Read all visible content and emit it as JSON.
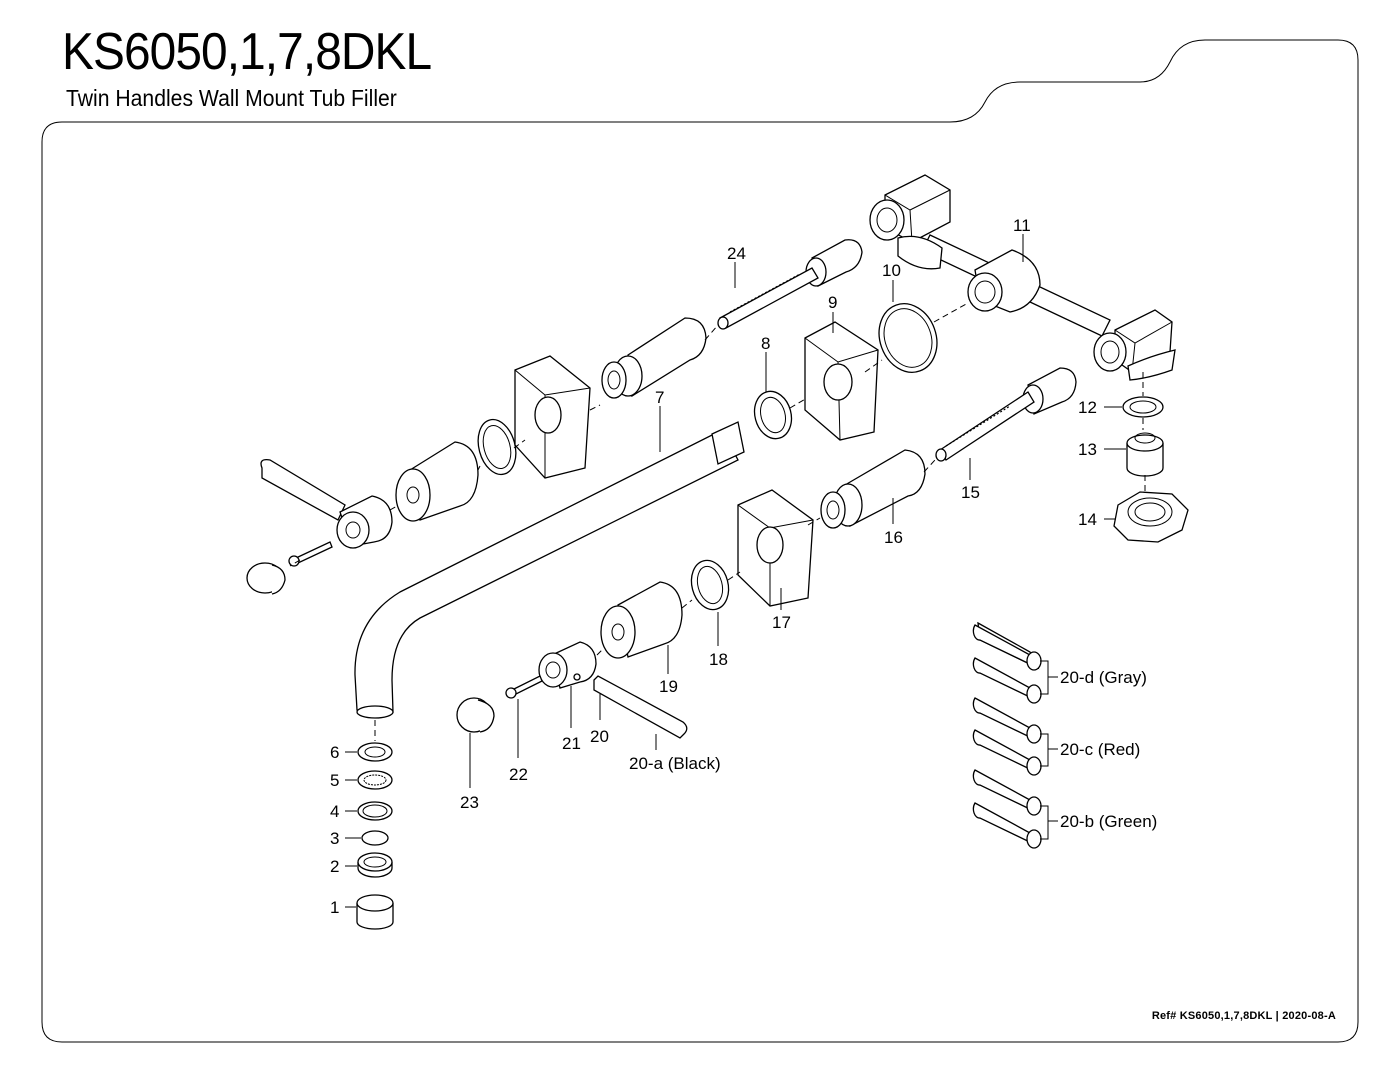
{
  "header": {
    "model": "KS6050,1,7,8DKL",
    "subtitle": "Twin Handles Wall Mount Tub Filler"
  },
  "footer": {
    "ref_prefix": "Ref# KS6050,1,7,8DKL",
    "ref_suffix": "2020-08-A"
  },
  "parts": {
    "p1": "1",
    "p2": "2",
    "p3": "3",
    "p4": "4",
    "p5": "5",
    "p6": "6",
    "p7": "7",
    "p8": "8",
    "p9": "9",
    "p10": "10",
    "p11": "11",
    "p12": "12",
    "p13": "13",
    "p14": "14",
    "p15": "15",
    "p16": "16",
    "p17": "17",
    "p18": "18",
    "p19": "19",
    "p20": "20",
    "p20a": "20-a (Black)",
    "p20b": "20-b (Green)",
    "p20c": "20-c (Red)",
    "p20d": "20-d (Gray)",
    "p21": "21",
    "p22": "22",
    "p23": "23",
    "p24": "24"
  }
}
